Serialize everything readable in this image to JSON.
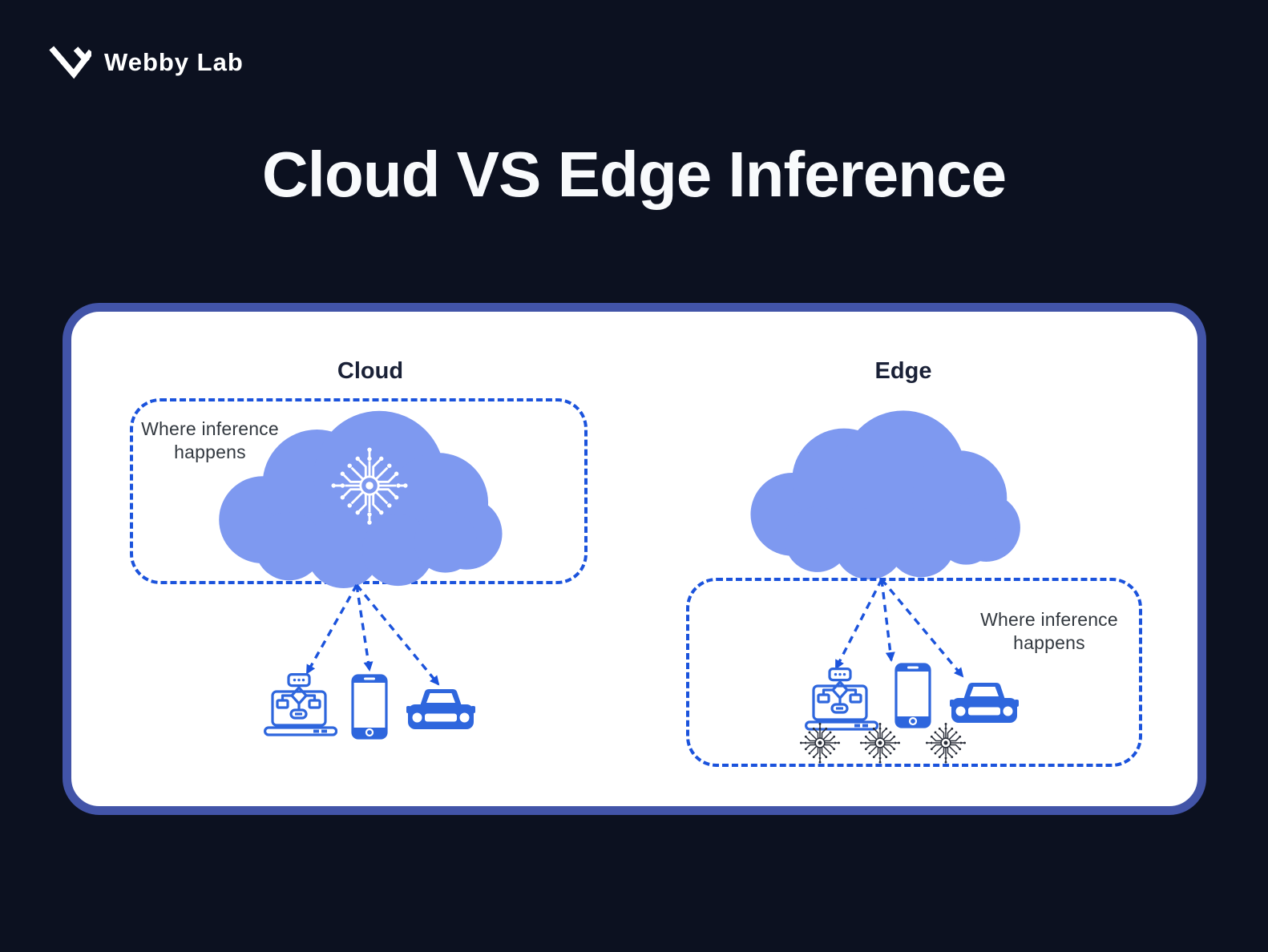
{
  "logo": {
    "brand": "Webby Lab",
    "icon": "webbylab-chevron-icon"
  },
  "title": "Cloud VS Edge Inference",
  "card": {
    "left_panel": {
      "label": "Cloud",
      "note": "Where inference happens",
      "cloud_icon": "cloud-shape",
      "chip_icon": "ai-circuit-chip-icon",
      "devices": [
        {
          "name": "laptop-icon"
        },
        {
          "name": "smartphone-icon"
        },
        {
          "name": "car-icon"
        }
      ]
    },
    "right_panel": {
      "label": "Edge",
      "note": "Where inference happens",
      "cloud_icon": "cloud-shape",
      "devices": [
        {
          "name": "laptop-icon",
          "chip": "ai-circuit-chip-icon"
        },
        {
          "name": "smartphone-icon",
          "chip": "ai-circuit-chip-icon"
        },
        {
          "name": "car-icon",
          "chip": "ai-circuit-chip-icon"
        }
      ]
    }
  },
  "colors": {
    "bg": "#0c1120",
    "card_border": "#4254a8",
    "accent": "#1b53dc",
    "device": "#2e66dd",
    "cloud": "#7e99f0",
    "chip_dark": "#262b36",
    "title_text": "#f8fafc",
    "label_text": "#1a2137",
    "note_text": "#32383f"
  }
}
